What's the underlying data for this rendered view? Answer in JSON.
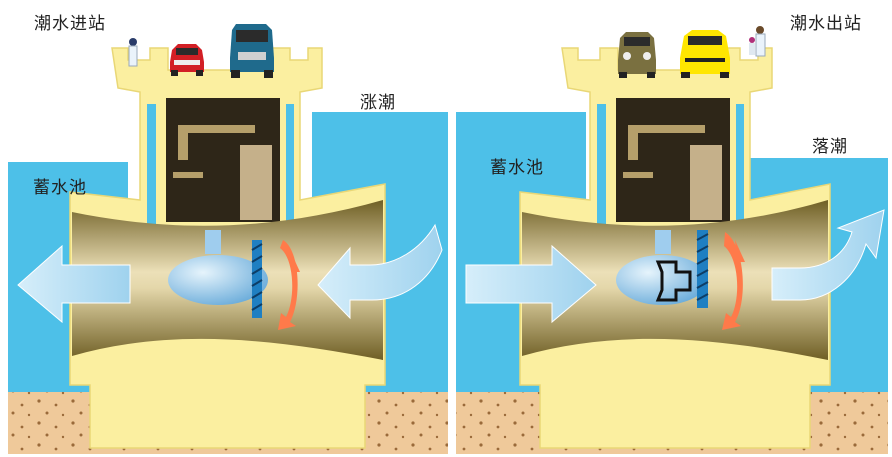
{
  "labels": {
    "left_title": "潮水进站",
    "left_sea": "涨潮",
    "left_reservoir": "蓄水池",
    "right_title": "潮水出站",
    "right_sea": "落潮",
    "right_reservoir": "蓄水池"
  },
  "colors": {
    "water": "#4dc0e8",
    "structure": "#fbefa0",
    "structure_outline": "#e9d776",
    "channel": "#8c7a3a",
    "channel_glow": "#f3ebc8",
    "machine_room": "#2e2618",
    "seabed": "#efc99a",
    "gate": "#1f7fc2",
    "flow_arrow": "#bfe3f5",
    "rotation_arrow": "#ff7a4a",
    "turbine": "#a9d2ee"
  },
  "icons": [
    "person-icon",
    "red-car-icon",
    "blue-van-icon",
    "olive-car-icon",
    "yellow-car-icon"
  ]
}
